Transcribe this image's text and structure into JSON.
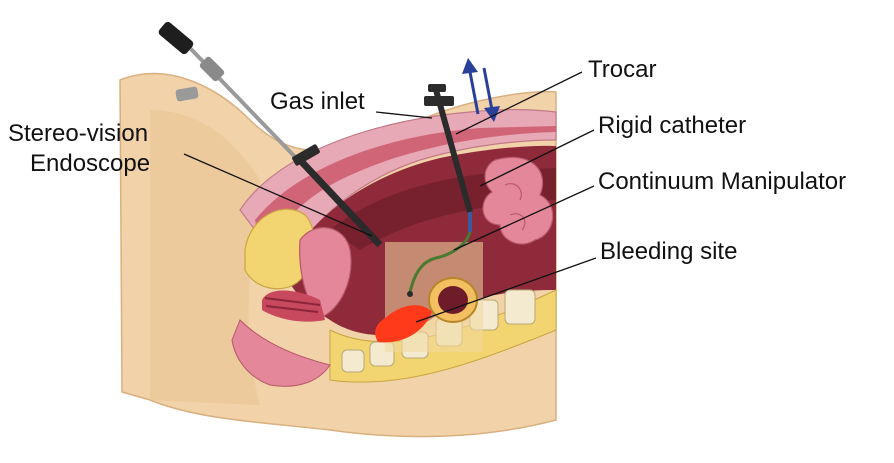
{
  "labels": {
    "stereo_vision": "Stereo-vision",
    "endoscope": "Endoscope",
    "gas_inlet": "Gas inlet",
    "trocar": "Trocar",
    "rigid_catheter": "Rigid catheter",
    "continuum_manipulator": "Continuum Manipulator",
    "bleeding_site": "Bleeding site"
  },
  "colors": {
    "skin": "#f2d2a8",
    "skin_shadow": "#e2b886",
    "cavity": "#8e2a3a",
    "cavity_dark": "#6e1c2a",
    "tissue_pink": "#e4879a",
    "fat_yellow": "#f2d470",
    "bone": "#f3ead0",
    "bleeding": "#ff3a1a",
    "instrument": "#2b2b2b",
    "arrow_blue": "#2a3f9a",
    "leader_line": "#111111"
  }
}
